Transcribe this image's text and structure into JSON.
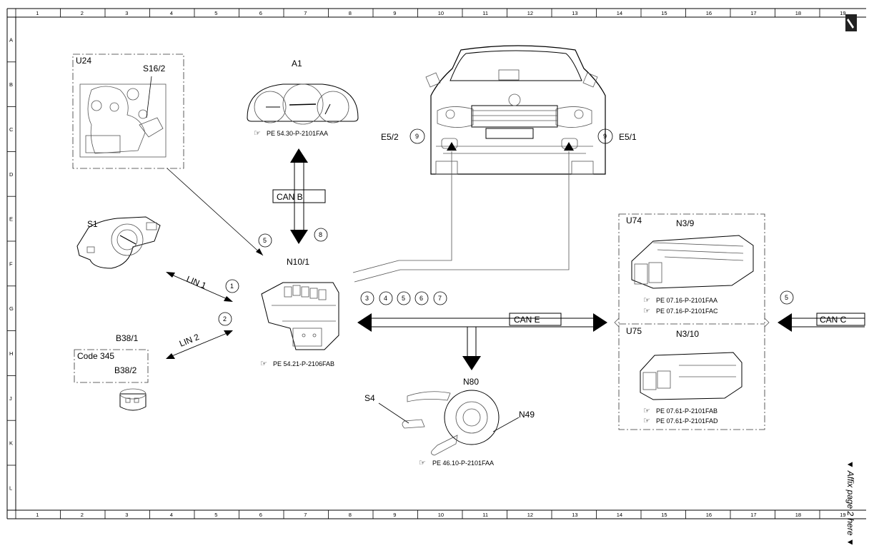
{
  "border": {
    "columns": [
      "1",
      "2",
      "3",
      "4",
      "5",
      "6",
      "7",
      "8",
      "9",
      "10",
      "11",
      "12",
      "13",
      "14",
      "15",
      "16",
      "17",
      "18",
      "19"
    ],
    "rows": [
      "A",
      "B",
      "C",
      "D",
      "E",
      "F",
      "G",
      "H",
      "J",
      "K",
      "L"
    ]
  },
  "components": {
    "u24": "U24",
    "s16_2": "S16/2",
    "a1": "A1",
    "a1_ref": "PE 54.30-P-2101FAA",
    "s1": "S1",
    "n10_1": "N10/1",
    "n10_1_ref": "PE 54.21-P-2106FAB",
    "b38_1": "B38/1",
    "b38_2": "B38/2",
    "code345": "Code 345",
    "e5_2": "E5/2",
    "e5_1": "E5/1",
    "u74": "U74",
    "n3_9": "N3/9",
    "n3_9_ref1": "PE 07.16-P-2101FAA",
    "n3_9_ref2": "PE 07.16-P-2101FAC",
    "u75": "U75",
    "n3_10": "N3/10",
    "n3_10_ref1": "PE 07.61-P-2101FAB",
    "n3_10_ref2": "PE 07.61-P-2101FAD",
    "n80": "N80",
    "s4": "S4",
    "n49": "N49",
    "n80_ref": "PE 46.10-P-2101FAA"
  },
  "buses": {
    "can_b": "CAN B",
    "can_e": "CAN E",
    "can_c": "CAN C",
    "lin1": "LIN 1",
    "lin2": "LIN 2"
  },
  "callouts": {
    "c1": "1",
    "c2": "2",
    "c3": "3",
    "c4": "4",
    "c5": "5",
    "c6": "6",
    "c7": "7",
    "c8": "8",
    "c9": "9"
  },
  "affix_note": "▼ Affix page 2 here ▼",
  "corner_icon": "pen-icon"
}
